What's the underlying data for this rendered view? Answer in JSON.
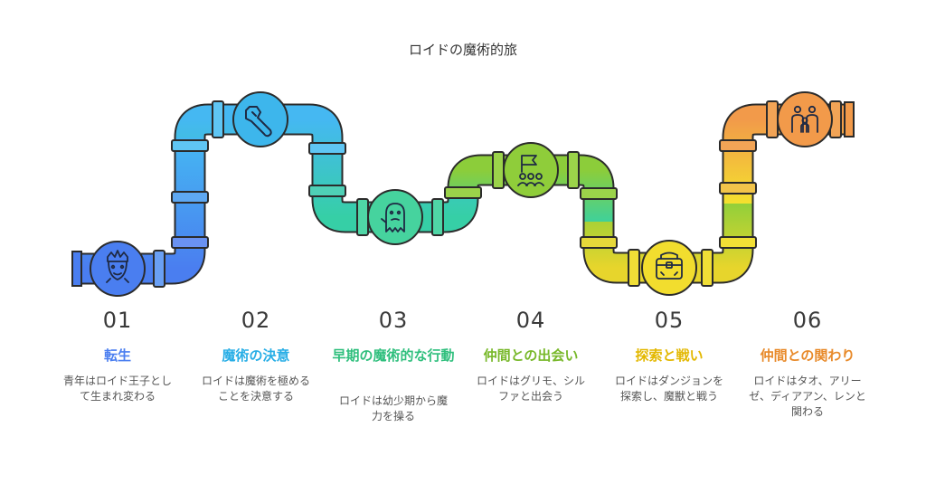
{
  "title": "ロイドの魔術的旅",
  "steps": [
    {
      "num": "01",
      "heading": "転生",
      "desc": "青年はロイド王子として生まれ変わる",
      "color": "#4a7ef0",
      "icon": "crowned-face-icon"
    },
    {
      "num": "02",
      "heading": "魔術の決意",
      "desc": "ロイドは魔術を極めることを決意する",
      "color": "#28aee6",
      "icon": "wrench-icon"
    },
    {
      "num": "03",
      "heading": "早期の魔術的な行動",
      "desc": "ロイドは幼少期から魔力を操る",
      "color": "#2fbf7d",
      "icon": "ghost-hand-icon"
    },
    {
      "num": "04",
      "heading": "仲間との出会い",
      "desc": "ロイドはグリモ、シルファと出会う",
      "color": "#78b82a",
      "icon": "team-flag-icon"
    },
    {
      "num": "05",
      "heading": "探索と戦い",
      "desc": "ロイドはダンジョンを探索し、魔獣と戦う",
      "color": "#e3b800",
      "icon": "treasure-chest-icon"
    },
    {
      "num": "06",
      "heading": "仲間との関わり",
      "desc": "ロイドはタオ、アリーゼ、ディアアン、レンと関わる",
      "color": "#e88a2a",
      "icon": "family-icon"
    }
  ]
}
